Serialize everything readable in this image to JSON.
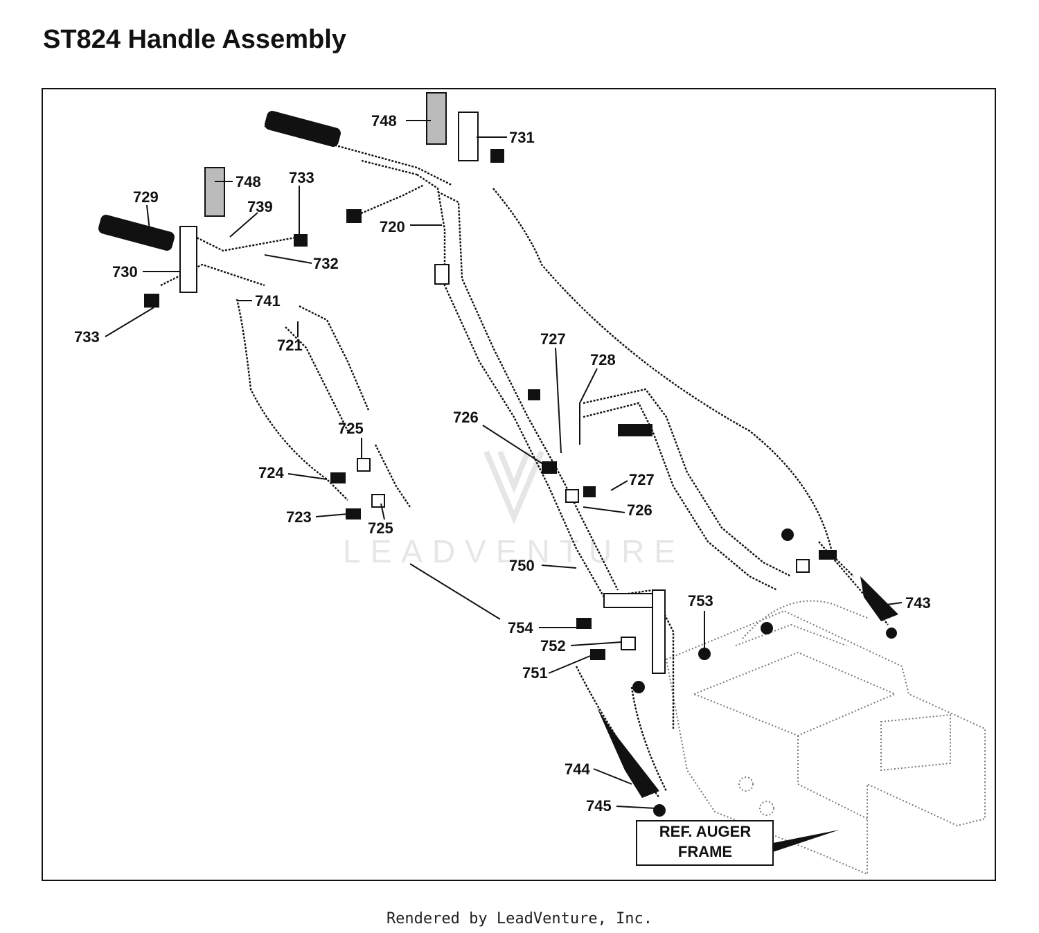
{
  "title": "ST824 Handle Assembly",
  "footer": "Rendered by LeadVenture, Inc.",
  "watermark": "LEADVENTURE",
  "ref_label": {
    "line1": "REF. AUGER",
    "line2": "FRAME"
  },
  "callouts": [
    {
      "id": "748",
      "text": "748"
    },
    {
      "id": "731",
      "text": "731"
    },
    {
      "id": "748b",
      "text": "748"
    },
    {
      "id": "733",
      "text": "733"
    },
    {
      "id": "729",
      "text": "729"
    },
    {
      "id": "739",
      "text": "739"
    },
    {
      "id": "720",
      "text": "720"
    },
    {
      "id": "730",
      "text": "730"
    },
    {
      "id": "732",
      "text": "732"
    },
    {
      "id": "741",
      "text": "741"
    },
    {
      "id": "733b",
      "text": "733"
    },
    {
      "id": "721",
      "text": "721"
    },
    {
      "id": "727",
      "text": "727"
    },
    {
      "id": "728",
      "text": "728"
    },
    {
      "id": "726",
      "text": "726"
    },
    {
      "id": "725",
      "text": "725"
    },
    {
      "id": "724",
      "text": "724"
    },
    {
      "id": "727b",
      "text": "727"
    },
    {
      "id": "726b",
      "text": "726"
    },
    {
      "id": "723",
      "text": "723"
    },
    {
      "id": "725b",
      "text": "725"
    },
    {
      "id": "750",
      "text": "750"
    },
    {
      "id": "753",
      "text": "753"
    },
    {
      "id": "743",
      "text": "743"
    },
    {
      "id": "754",
      "text": "754"
    },
    {
      "id": "752",
      "text": "752"
    },
    {
      "id": "751",
      "text": "751"
    },
    {
      "id": "744",
      "text": "744"
    },
    {
      "id": "745",
      "text": "745"
    }
  ]
}
